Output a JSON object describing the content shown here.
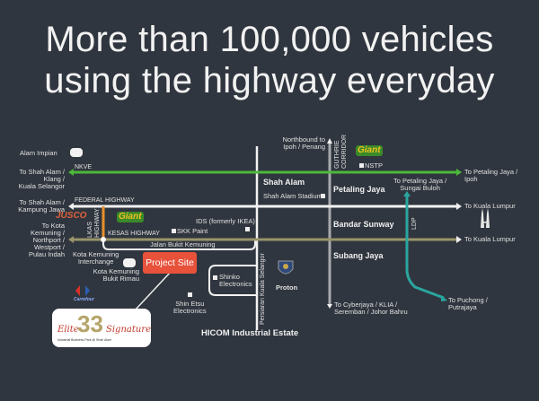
{
  "headline": {
    "line1": "More than 100,000 vehicles",
    "line2": "using the highway everyday"
  },
  "roads": {
    "nkve": "NKVE",
    "federal": "FEDERAL HIGHWAY",
    "kesas": "KESAS HIGHWAY",
    "lkas": "LKAS HIGHWAY",
    "jalan_bukit_kemuning": "Jalan Bukit Kemuning",
    "guthrie": "GUTHRIE CORRIDOR",
    "persiaran": "Persiaran Kuala Selangor",
    "ldp": "LDP"
  },
  "destinations": {
    "alam_impian": "Alam Impian",
    "shah_alam_klang": [
      "To Shah Alam /",
      "Klang /",
      "Kuala Selangor"
    ],
    "shah_alam_kampung": [
      "To Shah Alam /",
      "Kampung Jawa"
    ],
    "kota_kemuning": [
      "To Kota",
      "Kemuning /",
      "Northport /",
      "Westport /",
      "Pulau Indah"
    ],
    "northbound": [
      "Northbound to",
      "Ipoh / Penang"
    ],
    "pj_ipoh": [
      "To Petaling Jaya /",
      "Ipoh"
    ],
    "pj_sungai_buloh": [
      "To Petaling Jaya /",
      "Sungai Buloh"
    ],
    "kl1": "To Kuala Lumpur",
    "kl2": "To Kuala Lumpur",
    "cyberjaya": [
      "To Cyberjaya / KLIA /",
      "Seremban / Johor Bahru"
    ],
    "puchong": [
      "To Puchong /",
      "Putrajaya"
    ]
  },
  "places": {
    "shah_alam": "Shah Alam",
    "petaling_jaya": "Petaling Jaya",
    "bandar_sunway": "Bandar Sunway",
    "subang_jaya": "Subang Jaya",
    "hicom": "HICOM Industrial Estate"
  },
  "landmarks": {
    "nstp": "NSTP",
    "stadium": "Shah Alam Stadium",
    "ids": "IDS (formerly IKEA)",
    "skk": "SKK Paint",
    "kk_interchange": [
      "Kota Kemuning",
      "Interchange"
    ],
    "kk_bukit_rimau": [
      "Kota Kemuning",
      "Bukit Rimau"
    ],
    "shinko": [
      "Shinko",
      "Electronics"
    ],
    "shin_etsu": [
      "Shin Etsu",
      "Electronics"
    ],
    "proton": "Proton"
  },
  "project_site": "Project Site",
  "brands": {
    "jusco": "JUSCO",
    "giant": "Giant",
    "carrefour": "Carrefour"
  },
  "logo": {
    "elite": "Elite",
    "number": "33",
    "signature": "Signature",
    "sub": "Industrial Business Park @ Shah Alam"
  },
  "colors": {
    "nkve": "#4cb83a",
    "federal": "#f2f2f2",
    "kesas": "#9a956a",
    "lkas": "#e8902c",
    "guthrie": "#a8aaae",
    "ldp": "#2aa6a0",
    "project": "#e8523b"
  }
}
